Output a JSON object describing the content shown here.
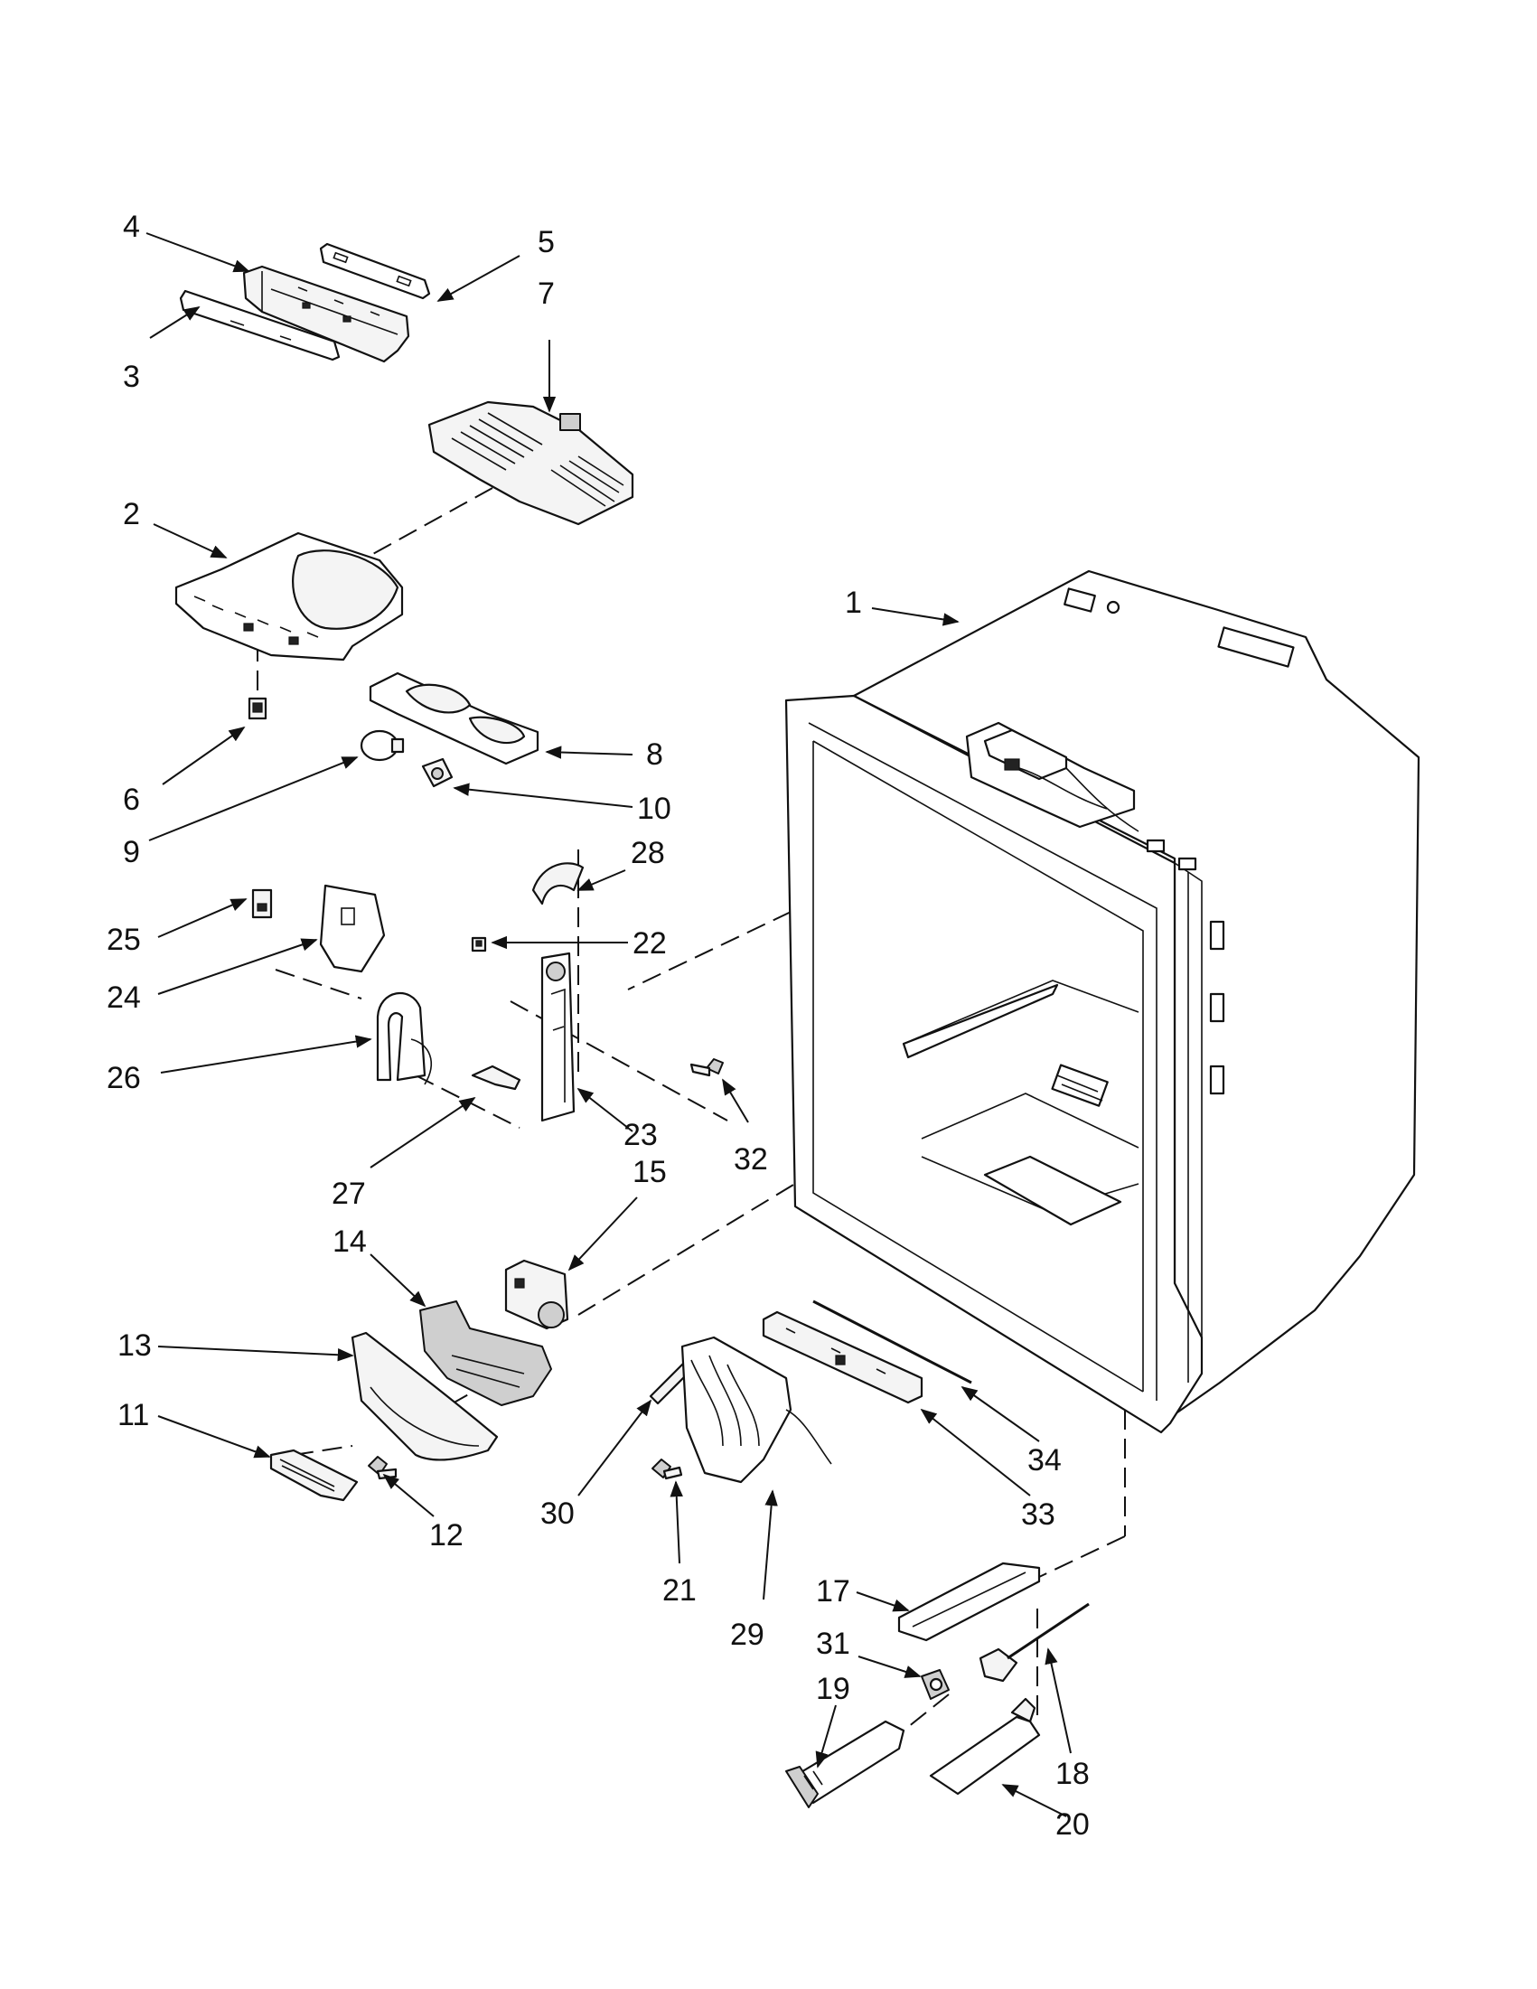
{
  "callouts": {
    "c1": "1",
    "c2": "2",
    "c3": "3",
    "c4": "4",
    "c5": "5",
    "c6": "6",
    "c7": "7",
    "c8": "8",
    "c9": "9",
    "c10": "10",
    "c11": "11",
    "c12": "12",
    "c13": "13",
    "c14": "14",
    "c15": "15",
    "c17": "17",
    "c18": "18",
    "c19": "19",
    "c20": "20",
    "c21": "21",
    "c22": "22",
    "c23": "23",
    "c24": "24",
    "c25": "25",
    "c26": "26",
    "c27": "27",
    "c28": "28",
    "c29": "29",
    "c30": "30",
    "c31": "31",
    "c32": "32",
    "c33": "33",
    "c34": "34"
  }
}
